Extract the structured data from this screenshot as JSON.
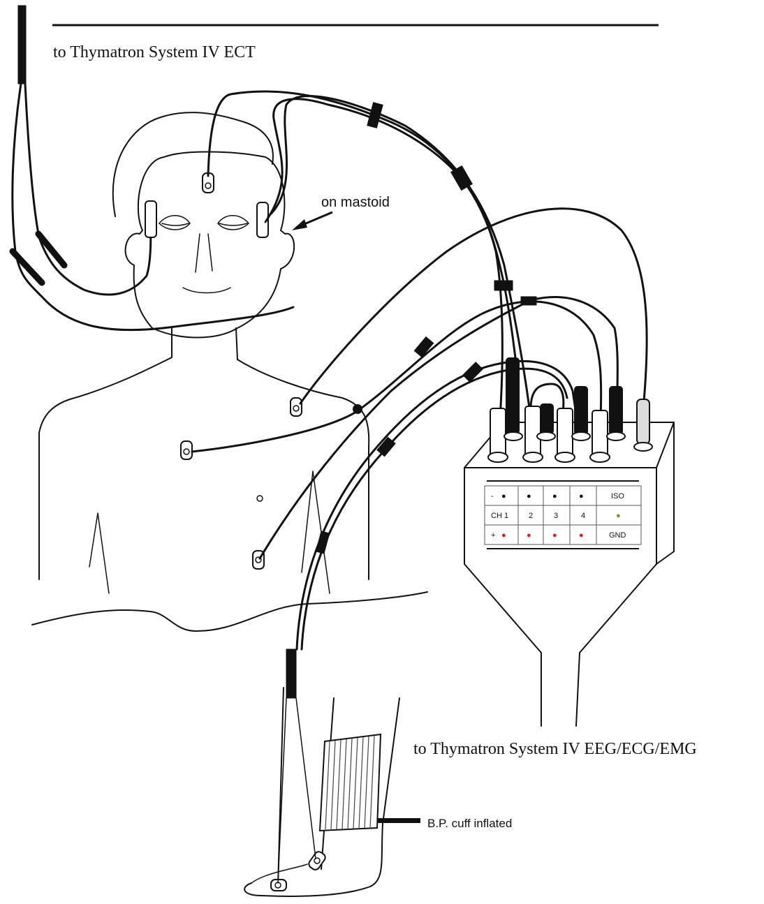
{
  "labels": {
    "ect_output": "to Thymatron System IV ECT",
    "eeg_output": "to Thymatron System IV EEG/ECG/EMG",
    "mastoid": "on mastoid",
    "bp_cuff": "B.P. cuff inflated"
  },
  "connector_box": {
    "rows": [
      [
        "-",
        "●",
        "●",
        "●",
        "●",
        "ISO"
      ],
      [
        "CH 1",
        "",
        "2",
        "3",
        "4",
        "●"
      ],
      [
        "+",
        "●",
        "●",
        "●",
        "●",
        "GND"
      ]
    ],
    "colors": {
      "negative_dot": "#111111",
      "positive_dot": "#e8141b",
      "iso_dot": "#6a9a3a"
    }
  }
}
